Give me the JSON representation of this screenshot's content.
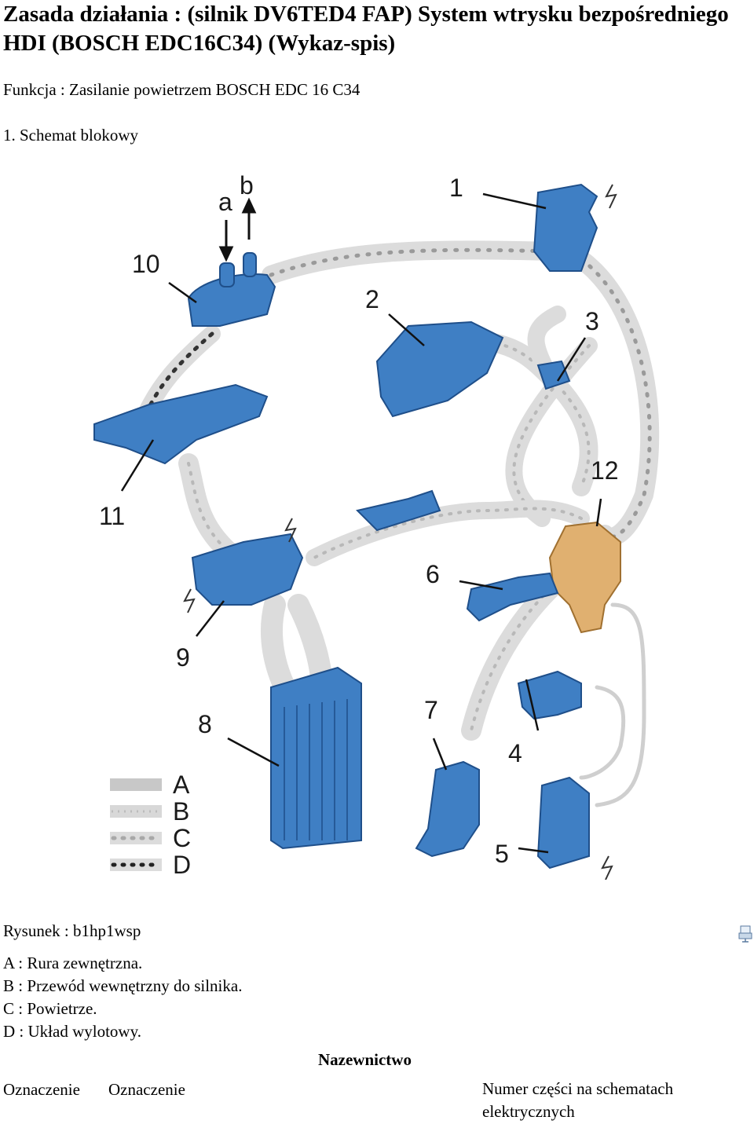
{
  "header": {
    "title": "Zasada działania : (silnik DV6TED4 FAP) System wtrysku bezpośredniego HDI (BOSCH EDC16C34) (Wykaz-spis)",
    "function_line": "Funkcja : Zasilanie powietrzem BOSCH EDC 16 C34",
    "section_title": "1. Schemat blokowy"
  },
  "diagram": {
    "part_numbers": [
      "1",
      "2",
      "3",
      "4",
      "5",
      "6",
      "7",
      "8",
      "9",
      "10",
      "11",
      "12"
    ],
    "arrow_labels": [
      "a",
      "b"
    ],
    "legend_letters": [
      "A",
      "B",
      "C",
      "D"
    ],
    "colors": {
      "component": "#3f7fc4",
      "component_dark": "#1f4f8a",
      "turbo": "#e0b070",
      "hose": "#d8d8d8"
    },
    "icons": [
      "lightning-icon"
    ]
  },
  "figure_caption": "Rysunek : b1hp1wsp",
  "legend": [
    "A : Rura zewnętrzna.",
    "B : Przewód wewnętrzny do silnika.",
    "C : Powietrze.",
    "D : Układ wylotowy."
  ],
  "nomenclature": {
    "heading": "Nazewnictwo",
    "columns": [
      "Oznaczenie",
      "Oznaczenie",
      "Numer części na schematach elektrycznych"
    ]
  }
}
